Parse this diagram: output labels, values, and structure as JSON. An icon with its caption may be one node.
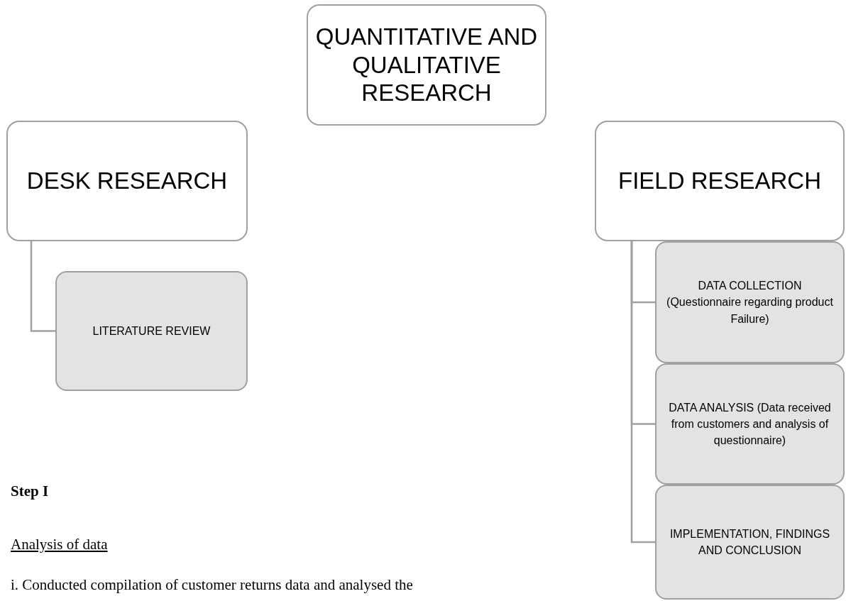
{
  "diagram": {
    "nodes": [
      {
        "text": [
          "QUANTITATIVE AND QUALITATIVE RESEARCH"
        ]
      },
      {
        "text": [
          "DESK RESEARCH"
        ]
      },
      {
        "text": [
          "LITERATURE REVIEW"
        ]
      },
      {
        "text": [
          "FIELD RESEARCH"
        ]
      },
      {
        "text": [
          "DATA COLLECTION (Questionnaire regarding product Failure)"
        ]
      },
      {
        "text": [
          "DATA ANALYSIS (Data received from customers and analysis of questionnaire)"
        ]
      },
      {
        "text": [
          "IMPLEMENTATION, FINDINGS AND CONCLUSION"
        ]
      }
    ],
    "edges": [
      {
        "from": 1,
        "to": 2,
        "arrow": "none"
      },
      {
        "from": 3,
        "to": 4,
        "arrow": "none"
      },
      {
        "from": 3,
        "to": 5,
        "arrow": "none"
      },
      {
        "from": 3,
        "to": 6,
        "arrow": "none"
      }
    ],
    "labels": [
      "Step I",
      "Analysis of data",
      "i. Conducted compilation of customer returns data and analysed the"
    ]
  }
}
